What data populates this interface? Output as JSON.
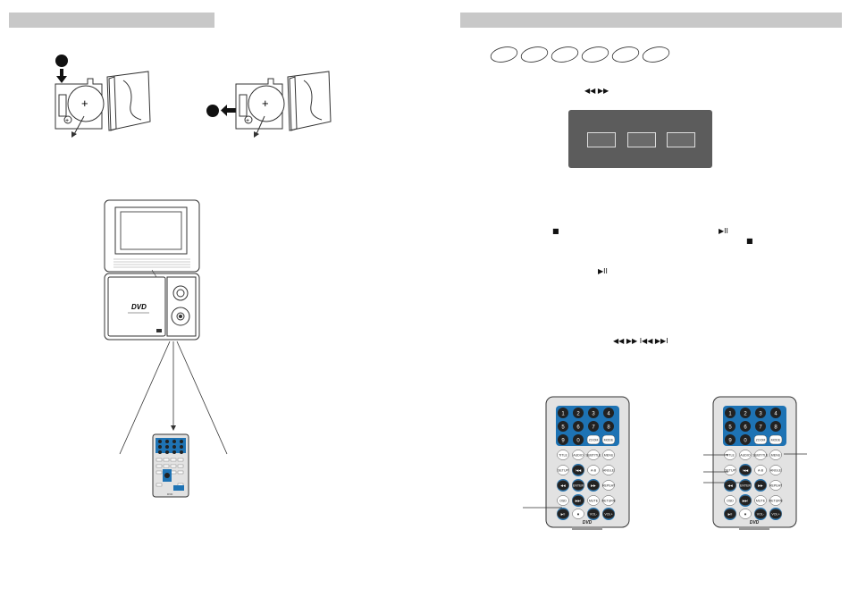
{
  "icons": {
    "rewind_forward": "◀◀ ▶▶",
    "stop": "■",
    "play_pause": "▶II",
    "skip_group": "◀◀ ▶▶ I◀◀ ▶▶I"
  },
  "dvd_logo": "DVD",
  "remote": {
    "number_keys": [
      "1",
      "2",
      "3",
      "4",
      "5",
      "6",
      "7",
      "8",
      "9",
      "0"
    ],
    "row_labels": [
      [
        "ZOOM",
        "MODE"
      ],
      [
        "TITLE",
        "AUDIO",
        "SUBTITLE",
        "MENU"
      ],
      [
        "SETUP",
        "I◀◀",
        "A-B",
        "ANGLE"
      ],
      [
        "◀◀",
        "ENTER",
        "▶▶",
        "REPEAT"
      ],
      [
        "OSD",
        "▶▶I",
        "MUTE",
        "RETURN"
      ],
      [
        "▶II",
        "■",
        "VOL-",
        "VOL+"
      ]
    ]
  },
  "colors": {
    "header_bar": "#c8c8c8",
    "display_panel": "#5c5c5c",
    "remote_key_blue": "#1e73b4",
    "remote_body": "#e2e2e2"
  }
}
